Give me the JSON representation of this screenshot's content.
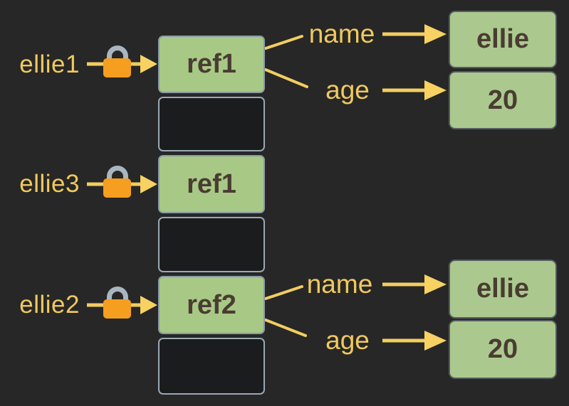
{
  "diagram": {
    "description": "object reference memory diagram",
    "colors": {
      "background": "#272727",
      "label_yellow": "#f0c95e",
      "arrow_yellow": "#f2cd60",
      "lock_body_orange": "#f59e1f",
      "lock_shackle_gray": "#a9b6c0",
      "cell_green": "#a7c985",
      "object_green": "#abc98e",
      "cell_border": "#9aa9b6",
      "object_border": "#565c60",
      "box_text": "#4a3c32",
      "empty_cell": "#1b1c1d"
    },
    "variables": [
      {
        "name": "ellie1"
      },
      {
        "name": "ellie3"
      },
      {
        "name": "ellie2"
      }
    ],
    "memory_cells": [
      {
        "value": "ref1"
      },
      {
        "value": ""
      },
      {
        "value": "ref1"
      },
      {
        "value": ""
      },
      {
        "value": "ref2"
      },
      {
        "value": ""
      }
    ],
    "objects": [
      {
        "properties": [
          {
            "key": "name",
            "value": "ellie"
          },
          {
            "key": "age",
            "value": "20"
          }
        ]
      },
      {
        "properties": [
          {
            "key": "name",
            "value": "ellie"
          },
          {
            "key": "age",
            "value": "20"
          }
        ]
      }
    ],
    "icons": [
      {
        "name": "lock-icon",
        "meaning": "constant / read-only reference"
      }
    ]
  }
}
